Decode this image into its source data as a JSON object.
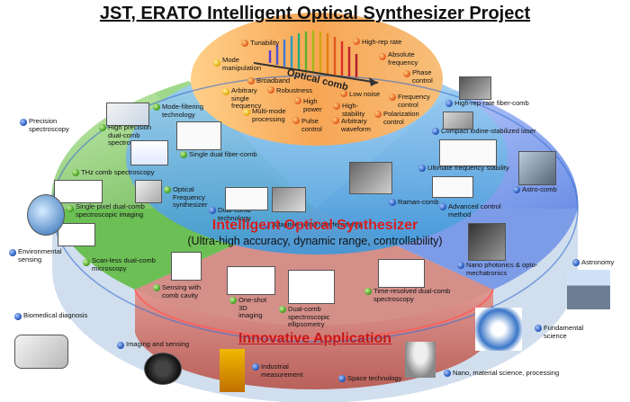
{
  "title": "JST, ERATO Intelligent Optical Synthesizer Project",
  "center": {
    "label": "Optical comb",
    "features": [
      "Tunability",
      "High-rep rate",
      "Mode manipulation",
      "Absolute frequency",
      "Broadband",
      "Phase control",
      "Arbitrary single frequency",
      "Robustness",
      "Low noise",
      "High power",
      "Frequency control",
      "Multi-mode processing",
      "High-stability",
      "Polarization control",
      "Pulse control",
      "Arbitrary waveform"
    ]
  },
  "middle_ring": {
    "title": "Intelligent Optical Synthesizer",
    "subtitle": "(Ultra-high accuracy, dynamic range, controllability)",
    "technologies": [
      "Mode-filtering technology",
      "High-rep-rate fiber-comb",
      "High precision dual-comb spectroscopy",
      "Compact iodine-stabilized laser",
      "Single dual fiber-comb",
      "THz comb spectroscopy",
      "Ultimate frequency stability",
      "Optical Frequency synthesizer",
      "Raman-comb",
      "Advanced control method",
      "Dual-comb technology",
      "Adaptive-comb interferometry"
    ]
  },
  "left_ring": [
    "Single-pixel dual-comb spectroscopic imaging",
    "Scan-less dual-comb microscopy"
  ],
  "right_ring": [
    "Astro-comb",
    "Nano photonics & opto-mechatronics"
  ],
  "front_ring": {
    "title": "Innovative Application",
    "items": [
      "Sensing with comb cavity",
      "One-shot 3D imaging",
      "Dual-comb spectroscopic ellipsometry",
      "Time-resolved dual-comb spectroscopy"
    ]
  },
  "outer_applications": [
    "Precision spectroscopy",
    "Environmental sensing",
    "Biomedical diagnosis",
    "Imaging and sensing",
    "Industrial measurement",
    "Space technology",
    "Nano, material science, processing",
    "Fundamental science",
    "Astronomy"
  ],
  "colors": {
    "center": "#f3a24a",
    "middle": "#6fb4e8",
    "left": "#7cc86a",
    "right": "#8aa8ee",
    "front": "#cf7f7a",
    "title_red": "#d81f1f"
  }
}
